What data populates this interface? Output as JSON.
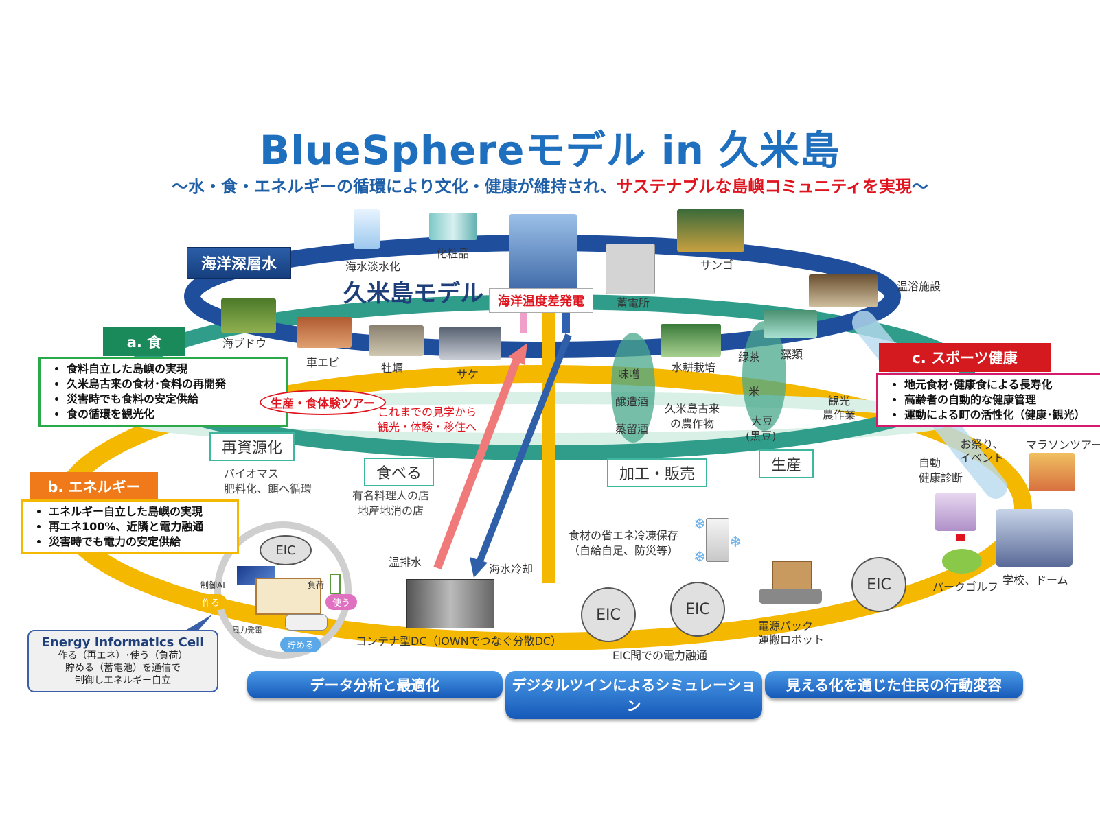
{
  "header": {
    "title": "BlueSphereモデル in 久米島",
    "subtitle_prefix": "～水・食・エネルギーの循環により文化・健康が維持され、",
    "subtitle_highlight": "サステナブルな島嶼コミュニティを実現",
    "subtitle_suffix": "～"
  },
  "ring": {
    "deep_water": "海洋深層水",
    "model": "久米島モデル",
    "otec": "海洋温度差発電",
    "items": {
      "desal": "海水淡水化",
      "cosmetics": "化粧品",
      "storage": "蓄電所",
      "coral": "サンゴ",
      "hotspring": "温浴施設",
      "umibudo": "海ブドウ",
      "prawn": "車エビ",
      "oyster": "牡蠣",
      "salmon": "サケ",
      "hydroponic": "水耕栽培",
      "green_tea": "緑茶",
      "algae": "藻類",
      "rice": "米",
      "soy": "大豆",
      "black_soy": "(黒豆)",
      "miso": "味噌",
      "brewing": "醸造酒",
      "distilling": "蒸留酒",
      "crops_1": "久米島古来",
      "crops_2": "の農作物",
      "farm_1": "観光",
      "farm_2": "農作業"
    }
  },
  "food": {
    "header": "a. 食",
    "points": [
      "食料自立した島嶼の実現",
      "久米島古来の食材･食料の再開発",
      "災害時でも食料の安定供給",
      "食の循環を観光化"
    ]
  },
  "energy": {
    "header": "b. エネルギー",
    "points": [
      "エネルギー自立した島嶼の実現",
      "再エネ100%、近隣と電力融通",
      "災害時でも電力の安定供給"
    ]
  },
  "sports": {
    "header": "c. スポーツ健康",
    "points": [
      "地元食材･健康食による長寿化",
      "高齢者の自動的な健康管理",
      "運動による町の活性化（健康･観光）"
    ]
  },
  "flow": {
    "tour": "生産・食体験ツアー",
    "tour_note_1": "これまでの見学から",
    "tour_note_2": "観光・体験・移住へ",
    "recycle": "再資源化",
    "biomass_1": "バイオマス",
    "biomass_2": "肥料化、餌へ循環",
    "eat": "食べる",
    "restaurant_1": "有名料理人の店",
    "restaurant_2": "地産地消の店",
    "process": "加工・販売",
    "produce": "生産",
    "warm_drain": "温排水",
    "sea_cool": "海水冷却"
  },
  "bottom": {
    "eic": "EIC",
    "ai": "制御AI",
    "load": "負荷",
    "make": "作る",
    "use": "使う",
    "store": "貯める",
    "wind": "風力発電",
    "cell_title": "Energy Informatics Cell",
    "cell_desc_1": "作る（再エネ）･使う（負荷）",
    "cell_desc_2": "貯める（蓄電池）を通信で",
    "cell_desc_3": "制御しエネルギー自立",
    "container_dc": "コンテナ型DC（IOWNでつなぐ分散DC）",
    "freeze_1": "食材の省エネ冷凍保存",
    "freeze_2": "（自給自足、防災等）",
    "eic_exchange": "EIC間での電力融通",
    "robot_1": "電源パック",
    "robot_2": "運搬ロボット",
    "festival_1": "お祭り、",
    "festival_2": "イベント",
    "checkup_1": "自動",
    "checkup_2": "健康診断",
    "marathon": "マラソンツアー",
    "park_golf": "パークゴルフ",
    "school": "学校、ドーム"
  },
  "bars": [
    "データ分析と最適化",
    "デジタルツインによるシミュレーション",
    "見える化を通じた住民の行動変容"
  ],
  "colors": {
    "navy_ring": "#1f4e9c",
    "teal_ring": "#2f9d8a",
    "yellow_ring": "#f5b800",
    "food_green": "#1a8a5a",
    "energy_orange": "#f07a1a",
    "sports_red": "#d41a1e"
  }
}
